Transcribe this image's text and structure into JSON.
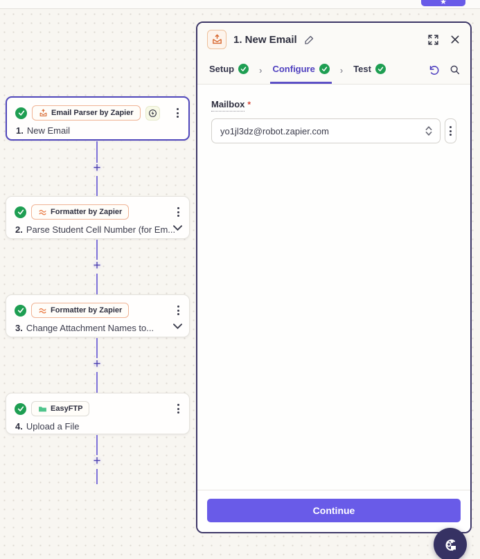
{
  "top_bar": {
    "star_icon": "★"
  },
  "canvas": {
    "add_label": "+",
    "steps": [
      {
        "number": "1.",
        "title": "New Email",
        "app": "Email Parser by Zapier"
      },
      {
        "number": "2.",
        "title": "Parse Student Cell Number (for Em...",
        "app": "Formatter by Zapier"
      },
      {
        "number": "3.",
        "title": "Change Attachment Names to...",
        "app": "Formatter by Zapier"
      },
      {
        "number": "4.",
        "title": "Upload a File",
        "app": "EasyFTP"
      }
    ]
  },
  "panel": {
    "title": "1. New Email",
    "tab_separator": "›",
    "tabs": [
      {
        "label": "Setup"
      },
      {
        "label": "Configure"
      },
      {
        "label": "Test"
      }
    ],
    "form": {
      "mailbox_label": "Mailbox",
      "required_mark": "*",
      "mailbox_value": "yo1jl3dz@robot.zapier.com"
    },
    "continue_label": "Continue"
  },
  "colors": {
    "accent_purple": "#695be8",
    "active_tab_purple": "#4f40bf",
    "success_green": "#1e9e52",
    "app_orange": "#e8743b",
    "panel_border": "#3c3666",
    "canvas_bg": "#f8f6f1"
  }
}
